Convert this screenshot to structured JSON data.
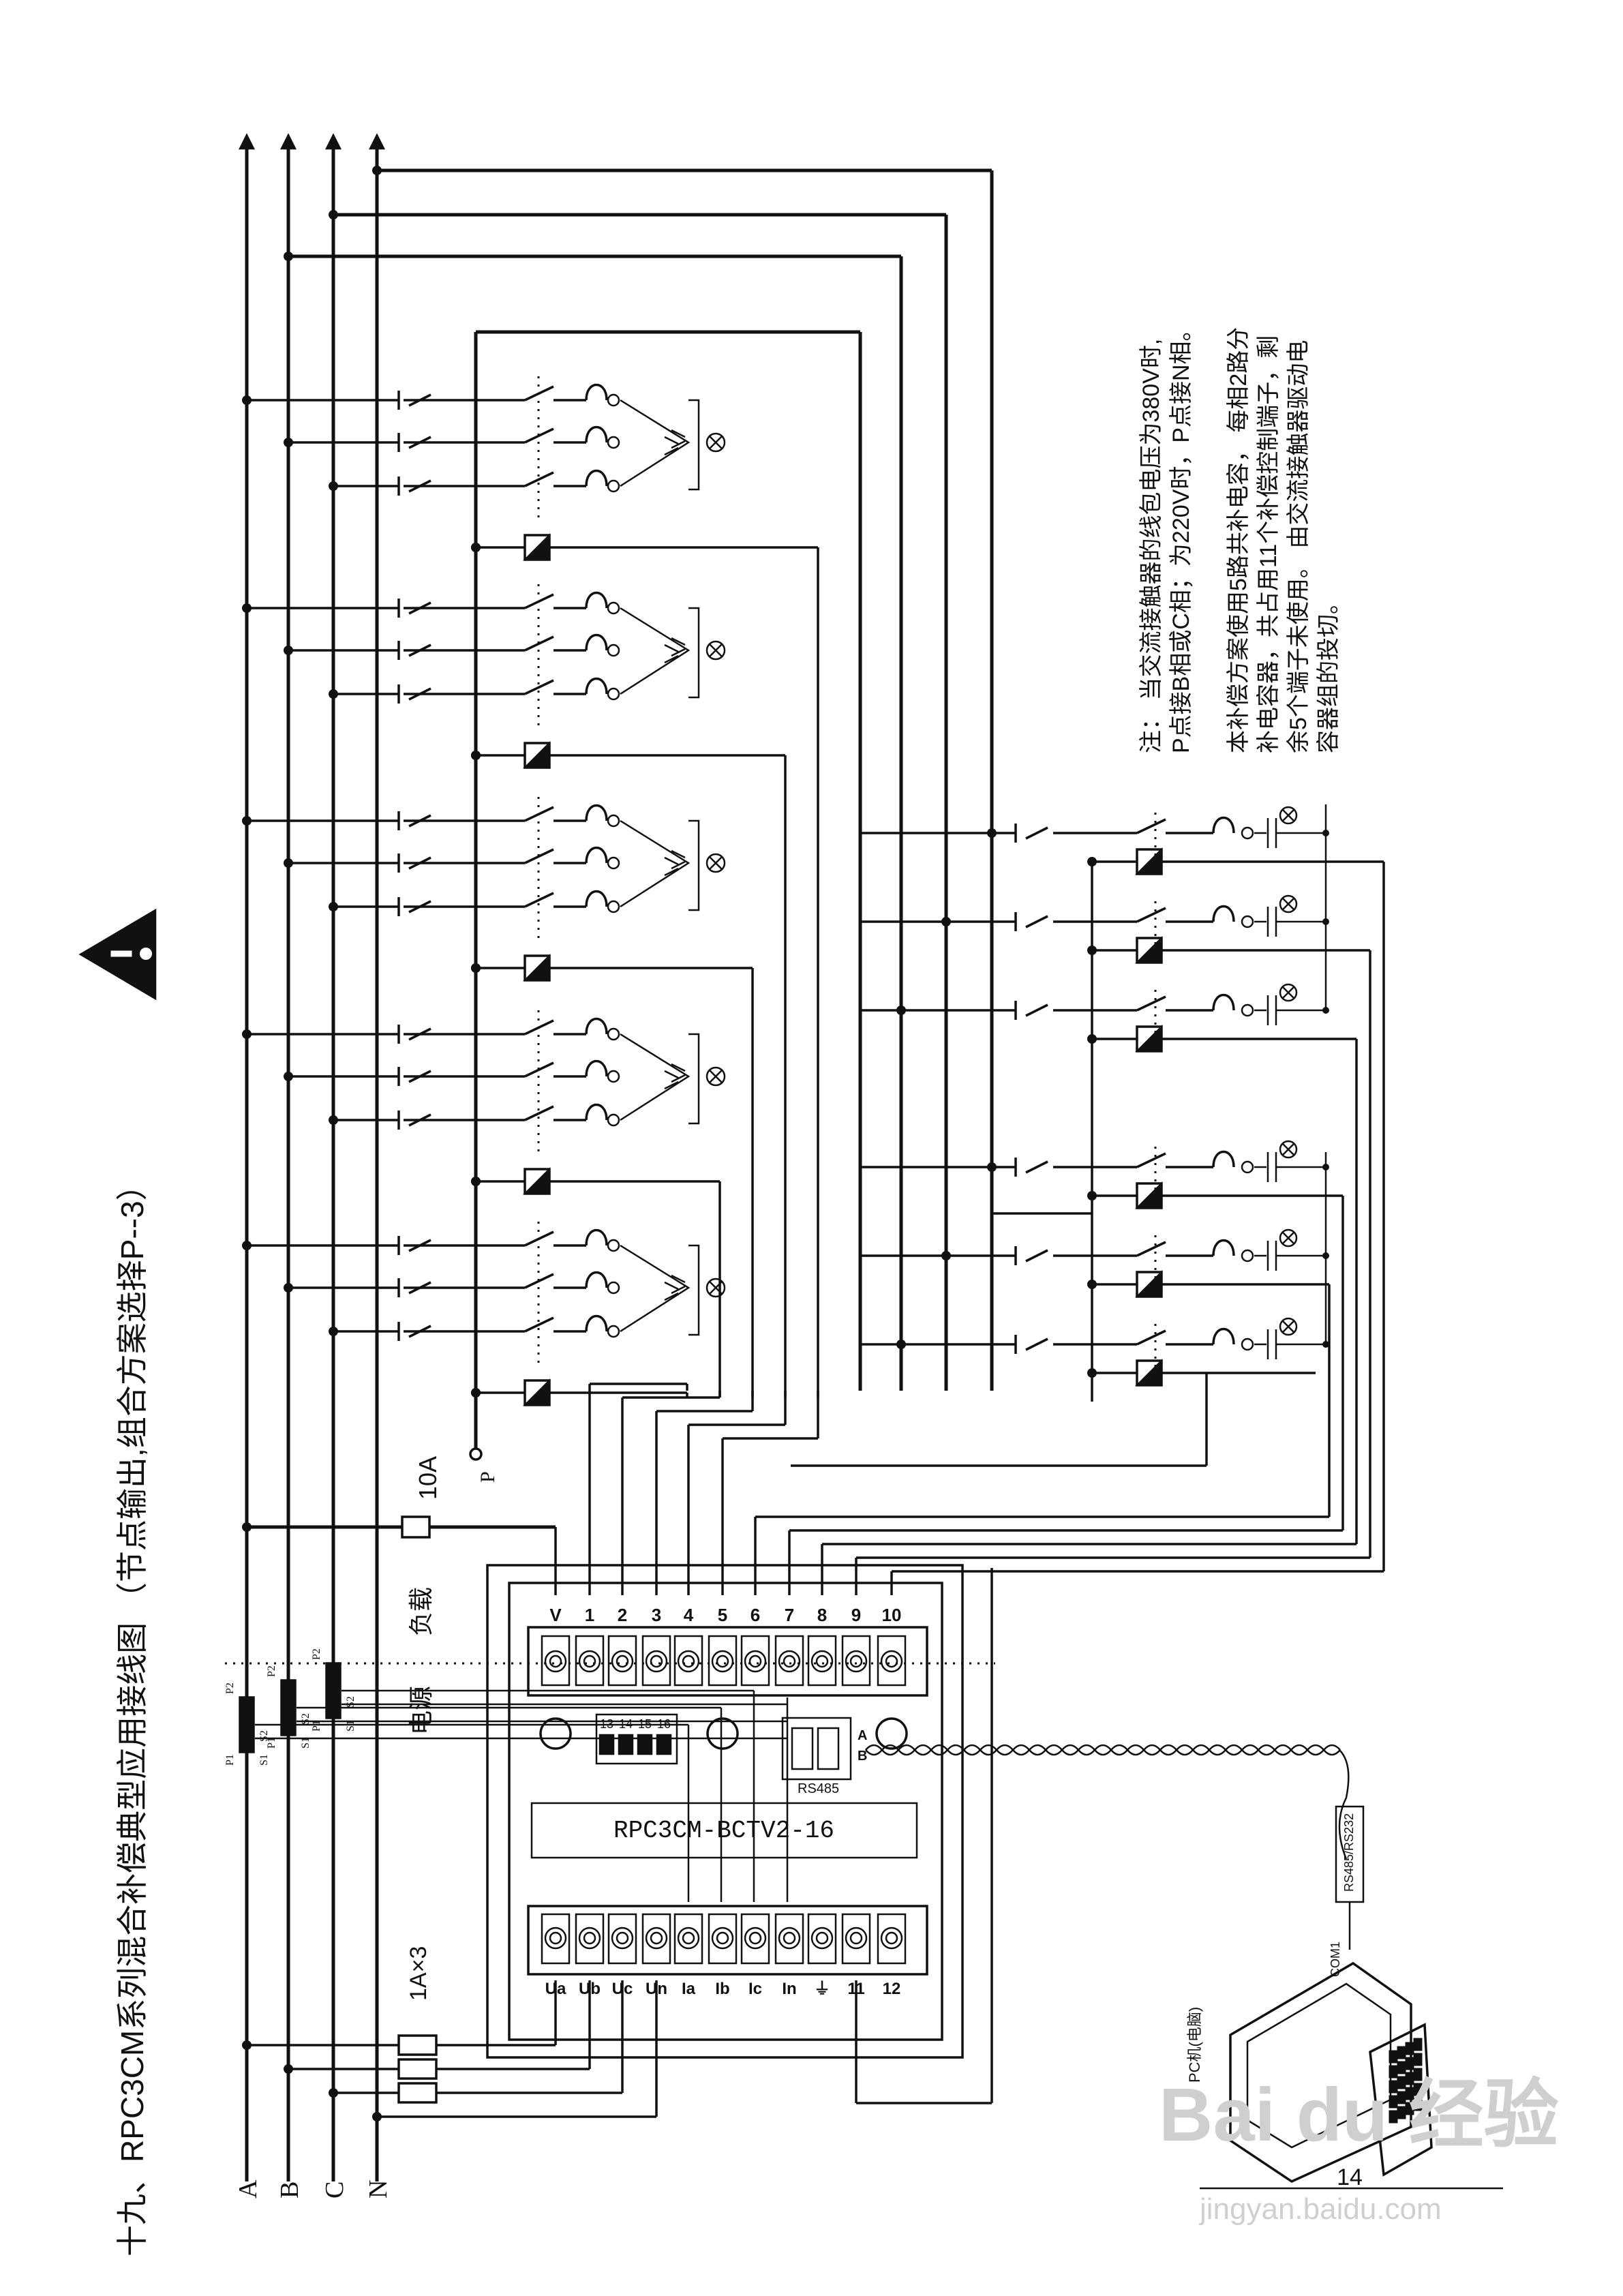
{
  "title": "十九、RPC3CM系列混合补偿典型应用接线图 （节点输出,组合方案选择P--3）",
  "phase_labels": [
    "A",
    "B",
    "C",
    "N"
  ],
  "fuse_ct": "1A×3",
  "fuse_v": "10A",
  "p_point": "P",
  "zone_power": "电源",
  "zone_load": "负载",
  "ct_labels": {
    "p1": "P1",
    "p2": "P2",
    "s1": "S1",
    "s2": "S2"
  },
  "controller": {
    "model": "RPC3CM-BCTV2-16",
    "top_terminals": [
      "V",
      "1",
      "2",
      "3",
      "4",
      "5",
      "6",
      "7",
      "8",
      "9",
      "10"
    ],
    "bottom_terminals": [
      "Ua",
      "Ub",
      "Uc",
      "Un",
      "Ia",
      "Ib",
      "Ic",
      "In",
      "⏚",
      "11",
      "12"
    ],
    "dip_numbers": [
      "13",
      "14",
      "15",
      "16"
    ],
    "rs485_label": "RS485",
    "rs485_pins": [
      "A",
      "B"
    ]
  },
  "cable_labels": [
    "COM1",
    "RS485/RS232"
  ],
  "pc_label": "PC机(电脑)",
  "notes": [
    {
      "lines": [
        "注：  当交流接触器的线包电压为380V时,",
        "P点接B相或C相；为220V时，P点接N相。"
      ]
    },
    {
      "lines": [
        "本补偿方案使用5路共补电容，  每相2路分",
        "补电容器，共占用11个补偿控制端子，剩",
        "余5个端子未使用。  由交流接触器驱动电",
        "容器组的投切。"
      ]
    }
  ],
  "page_number": "14",
  "watermark": {
    "main": "Bai du 经验",
    "sub": "jingyan.baidu.com"
  }
}
